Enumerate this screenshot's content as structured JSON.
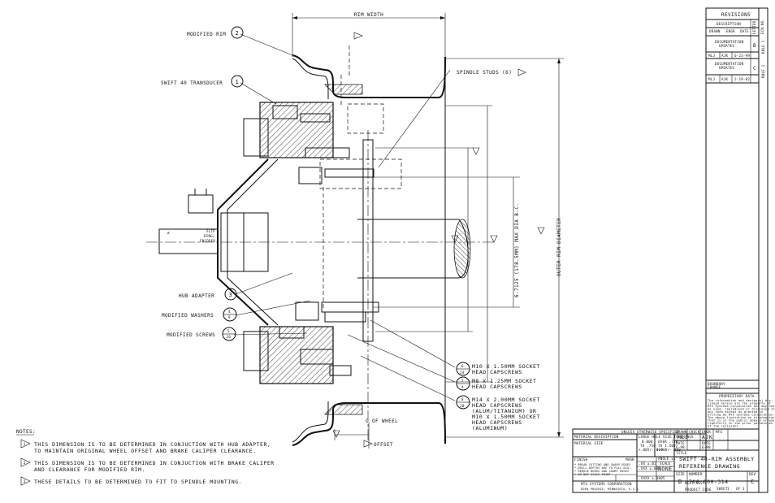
{
  "callouts": {
    "modified_rim": {
      "label": "MODIFIED RIM",
      "num": "2"
    },
    "transducer": {
      "label": "SWIFT 40 TRANSDUCER",
      "num": "1"
    },
    "hub_adapter": {
      "label": "HUB ADAPTER",
      "num": "3"
    },
    "washers": {
      "label": "MODIFIED WASHERS",
      "num_top": "4",
      "num_bottom": "9"
    },
    "screws": {
      "label": "MODIFIED SCREWS",
      "num_top": "5",
      "num_bottom": "10"
    }
  },
  "dims": {
    "rim_width": "RIM WIDTH",
    "spindle_studs": "SPINDLE STUDS (6)",
    "bolt_circle": "6.7125 (178.5MM) MAX DIA B.C.",
    "outer_rim": "OUTER RIM DIAMETER",
    "c_of_wheel": "C OF WHEEL",
    "offset": "OFFSET",
    "slip_ring": [
      "SLIP",
      "RING/",
      "ENCODER"
    ]
  },
  "capscrews": [
    {
      "top": "6",
      "bottom": "24",
      "lines": [
        "M10 X 1.50MM SOCKET",
        "HEAD CAPSCREWS"
      ]
    },
    {
      "top": "7",
      "bottom": "4",
      "lines": [
        "M8 X 1.25MM SOCKET",
        "HEAD CAPSCREWS"
      ]
    },
    {
      "top": "8",
      "bottom": "20",
      "lines": [
        "M14 X 2.00MM SOCKET",
        "HEAD CAPSCREWS",
        "(ALUM/TITANIUM) OR",
        "M10 X 1.50MM SOCKET",
        "HEAD CAPSCREWS",
        "(ALUMINUM)"
      ]
    }
  ],
  "notes": {
    "heading": "NOTES:",
    "items": [
      {
        "n": "1",
        "lines": [
          "THIS DIMENSION IS TO BE DETERMINED IN CONJUCTION WITH HUB ADAPTER,",
          "TO MAINTAIN ORIGINAL WHEEL OFFSET AND BRAKE CALIPER CLEARANCE."
        ]
      },
      {
        "n": "2",
        "lines": [
          "THIS DIMENSION IS TO BE DETERMINED IN CONJUCTION WITH BRAKE CALIPER",
          "AND CLEARANCE FOR MODIFIED RIM."
        ]
      },
      {
        "n": "3",
        "lines": [
          "THESE DETAILS TO BE DETERMINED TO FIT TO SPINDLE MOUNTING."
        ]
      }
    ]
  },
  "revisions": {
    "title": "REVISIONS",
    "headers": {
      "description": "DESCRIPTION",
      "drawn": "DRAWN",
      "engr": "ENGR",
      "date": "DATE",
      "letter": "LETTER",
      "ecn": "ECN NO."
    },
    "rows": [
      {
        "desc": [
          "DOCUMENTATION",
          "UPDATES"
        ],
        "drawn": "MLJ",
        "engr": "AJK",
        "date": "6-23-99",
        "letter": "B",
        "ecn": "RULE 1"
      },
      {
        "desc": [
          "DOCUMENTATION",
          "UPDATES"
        ],
        "drawn": "MLJ",
        "engr": "AJK",
        "date": "2-19-02",
        "letter": "C",
        "ecn": "RULE 1"
      }
    ]
  },
  "proprietary": {
    "boundary": [
      "BOUNDARY",
      "CHANGE"
    ],
    "title": "PROPRIETARY DATA",
    "lines": [
      "The information and design(s) dis-",
      "closed herein are the property of",
      "MTS Systems Corporation and may not",
      "be used, reproduced or disclosed in",
      "any form except as granted in",
      "writing by MTS Systems Corporation.",
      "The above limitation on information",
      "that is in the public domain or was",
      "rightfully in the prior possession",
      "of the recipient."
    ]
  },
  "title_block": {
    "unless": "UNLESS OTHERWISE SPECIFIED",
    "material_desc": "MATERIAL DESCRIPTION",
    "material_size": "MATERIAL SIZE",
    "finish": "FINISH",
    "mask": "MASK",
    "hole_size_tol": "LARGE HOLE SIZE TOLERANCE",
    "tol_a": [
      "0.000",
      "TO .750",
      "+.005/-.000"
    ],
    "tol_b": [
      "OVER .750",
      "TO 1.500",
      "+.008/-.000"
    ],
    "tol_rows": [
      ".XX  ±.01",
      ".XXX  ±.005",
      ".XXXX ±.0005"
    ],
    "angle": "ANGLE ±1°",
    "scale": "SCALE",
    "scale_val": "NONE",
    "fine_notes": [
      "* BREAK CUTTING AND SHARP EDGES",
      "* DRILL DEPTHS ARE TO FULL DIA.",
      "* REMOVE BURRS AND SHARP EDGES",
      "* DO NOT SCALE PRINT"
    ],
    "company": "MTS SYSTEMS CORPORATION",
    "company_addr": "EDEN PRAIRIE, MINNESOTA, U.S.A.",
    "next_assy": "NEXT ASSY",
    "product_code": "PRODUCT CODE",
    "drawn_h": "DRAWN",
    "drawn": "MLJ",
    "check_h": "CHECK",
    "engr_h": "ENGR",
    "engr": "AJK",
    "mfg_h": "MFG",
    "date_h": "DATE",
    "date1": "6-98",
    "date2": "6-98",
    "title_h": "TITLE",
    "title_lines": [
      "SWIFT 40-RIM ASSEMBLY",
      "REFERENCE DRAWING"
    ],
    "size_h": "SIZE",
    "size": "D",
    "number_h": "NUMBER",
    "number": "700 000-314",
    "rev_h": "REV",
    "rev": "C",
    "sheet_h": "SHEET",
    "sheet": "1",
    "of": "OF",
    "of_val": "1"
  },
  "colors": {
    "ink": "#111111",
    "paper": "#ffffff"
  }
}
